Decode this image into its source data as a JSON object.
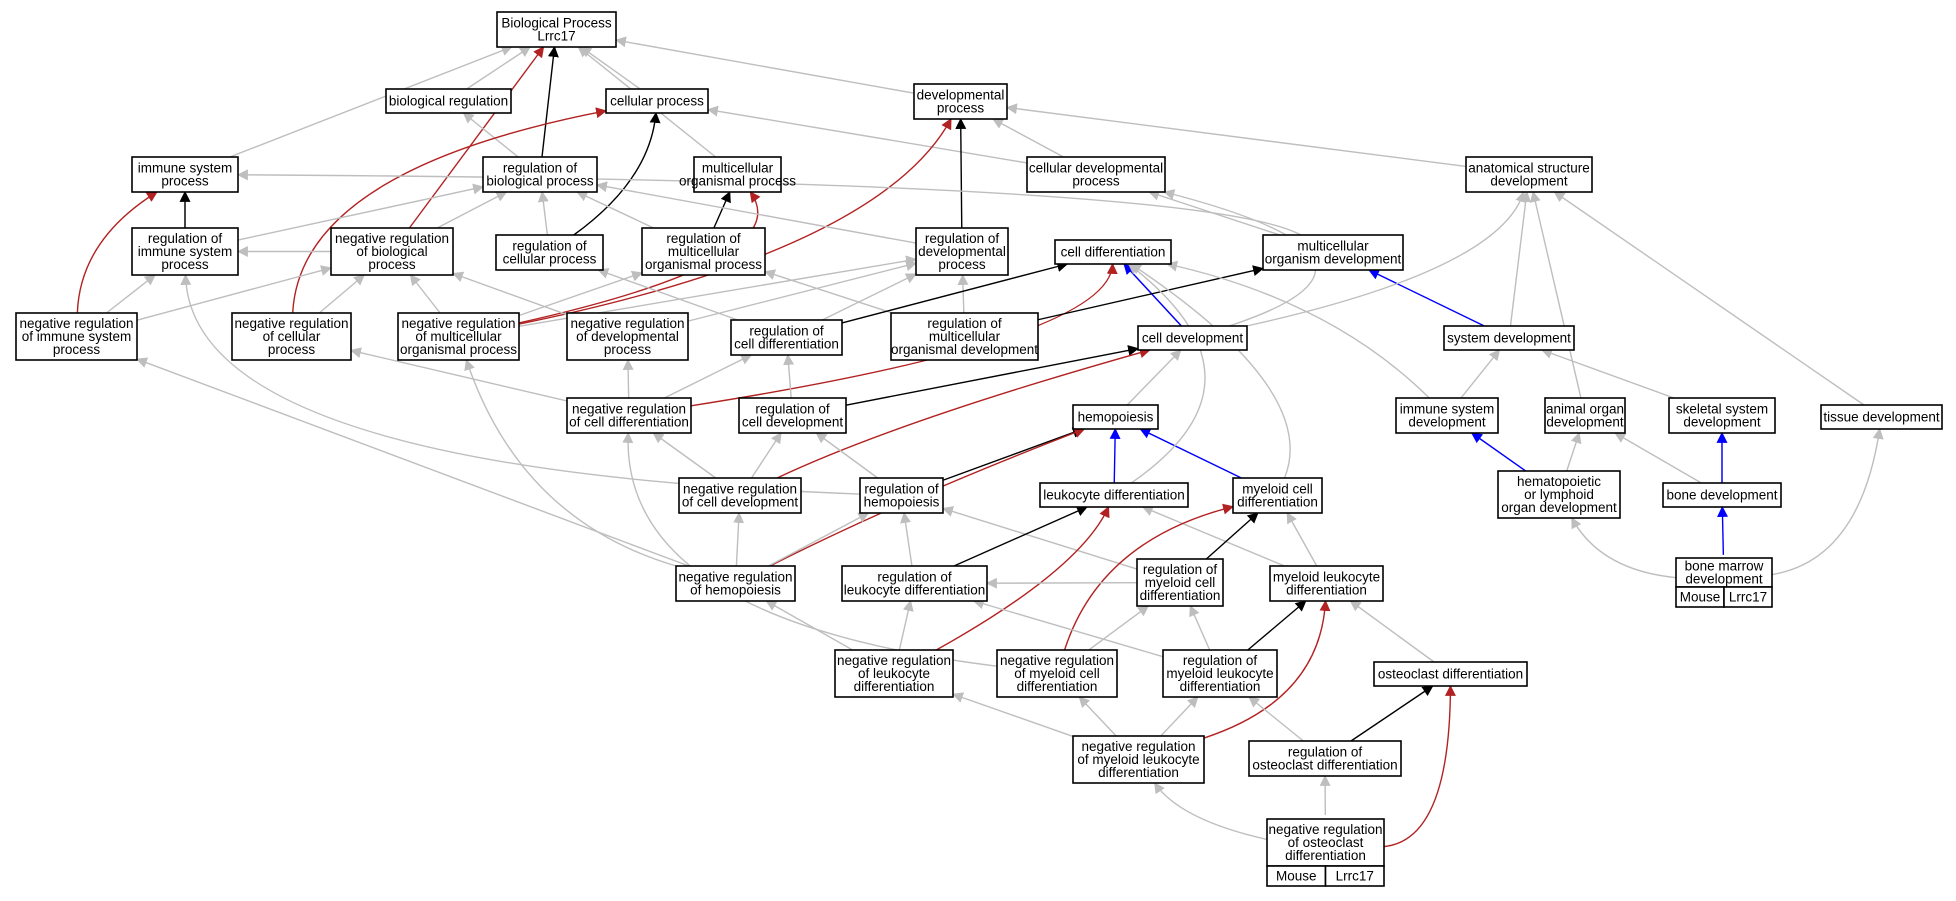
{
  "colors": {
    "is_a": "#bebebe",
    "part_of": "#000000",
    "negatively_regulates": "#b22222",
    "positively_related": "#0000ff",
    "gene_cell": "#add8e6"
  },
  "nodes": {
    "bp": [
      "Biological Process",
      "Lrrc17"
    ],
    "br": [
      "biological regulation"
    ],
    "cp": [
      "cellular process"
    ],
    "dp": [
      "developmental",
      "process"
    ],
    "isp": [
      "immune system",
      "process"
    ],
    "rbp": [
      "regulation of",
      "biological process"
    ],
    "mop": [
      "multicellular",
      "organismal process"
    ],
    "cdp": [
      "cellular developmental",
      "process"
    ],
    "asd": [
      "anatomical structure",
      "development"
    ],
    "risp": [
      "regulation of",
      "immune system",
      "process"
    ],
    "nrbp": [
      "negative regulation",
      "of biological",
      "process"
    ],
    "rcp": [
      "regulation of",
      "cellular process"
    ],
    "rmop": [
      "regulation of",
      "multicellular",
      "organismal process"
    ],
    "rdp": [
      "regulation of",
      "developmental",
      "process"
    ],
    "cd": [
      "cell differentiation"
    ],
    "mod": [
      "multicellular",
      "organism development"
    ],
    "nrisp": [
      "negative regulation",
      "of immune system",
      "process"
    ],
    "nrcp": [
      "negative regulation",
      "of cellular",
      "process"
    ],
    "nrmop": [
      "negative regulation",
      "of multicellular",
      "organismal process"
    ],
    "nrdp": [
      "negative regulation",
      "of developmental",
      "process"
    ],
    "rcd": [
      "regulation of",
      "cell differentiation"
    ],
    "rmod": [
      "regulation of",
      "multicellular",
      "organismal development"
    ],
    "cdev": [
      "cell development"
    ],
    "sd": [
      "system development"
    ],
    "nrcd": [
      "negative regulation",
      "of cell differentiation"
    ],
    "rcdev": [
      "regulation of",
      "cell development"
    ],
    "hemo": [
      "hemopoiesis"
    ],
    "isd": [
      "immune system",
      "development"
    ],
    "aod": [
      "animal organ",
      "development"
    ],
    "ssd": [
      "skeletal system",
      "development"
    ],
    "td": [
      "tissue development"
    ],
    "nrcdev": [
      "negative regulation",
      "of cell development"
    ],
    "rhemo": [
      "regulation of",
      "hemopoiesis"
    ],
    "ld": [
      "leukocyte differentiation"
    ],
    "mcd": [
      "myeloid cell",
      "differentiation"
    ],
    "hlod": [
      "hematopoietic",
      "or lymphoid",
      "organ development"
    ],
    "bd": [
      "bone development"
    ],
    "nrhemo": [
      "negative regulation",
      "of hemopoiesis"
    ],
    "rld": [
      "regulation of",
      "leukocyte differentiation"
    ],
    "rmcd": [
      "regulation of",
      "myeloid cell",
      "differentiation"
    ],
    "mld": [
      "myeloid leukocyte",
      "differentiation"
    ],
    "bmd": [
      "bone marrow",
      "development"
    ],
    "nrld": [
      "negative regulation",
      "of leukocyte",
      "differentiation"
    ],
    "nrmcd": [
      "negative regulation",
      "of myeloid cell",
      "differentiation"
    ],
    "rmld": [
      "regulation of",
      "myeloid leukocyte",
      "differentiation"
    ],
    "od": [
      "osteoclast differentiation"
    ],
    "nrmld": [
      "negative regulation",
      "of myeloid leukocyte",
      "differentiation"
    ],
    "rod": [
      "regulation of",
      "osteoclast differentiation"
    ],
    "nrod": [
      "negative regulation",
      "of osteoclast",
      "differentiation"
    ]
  },
  "gene_tags": {
    "bmd": [
      "Mouse",
      "Lrrc17"
    ],
    "nrod": [
      "Mouse",
      "Lrrc17"
    ]
  }
}
